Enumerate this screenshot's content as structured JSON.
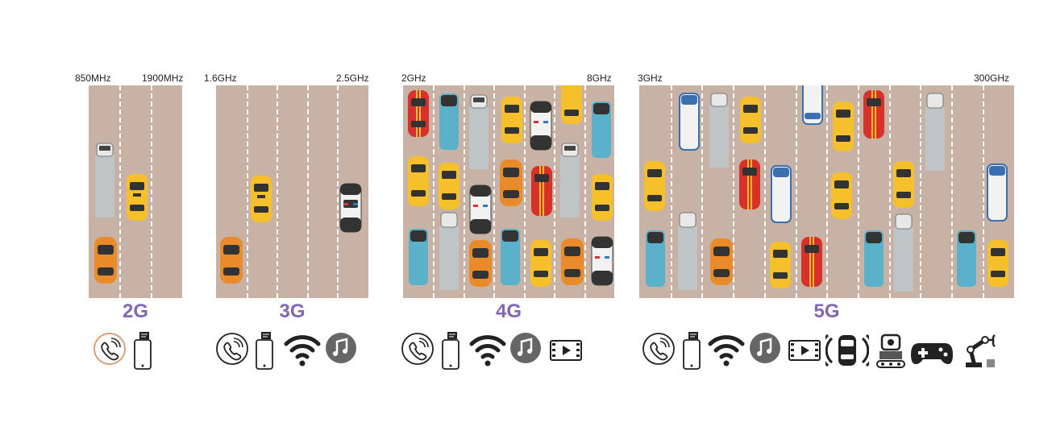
{
  "colors": {
    "road": "#c7b2a5",
    "lane_line": "#ffffff",
    "generation_label": "#8367b2",
    "icon_dark": "#222222",
    "icon_gray": "#666666",
    "taxi_yellow": "#f5c02b",
    "orange_car": "#e98a2b",
    "red_car": "#d8302a",
    "van_blue": "#5ab1c9",
    "truck_gray": "#bfc4c6",
    "police_white": "#f2f2f2"
  },
  "panels": [
    {
      "generation": "2G",
      "freq_low": "850MHz",
      "freq_high": "1900MHz",
      "services": [
        "phone-call-icon",
        "smartphone-message-icon"
      ],
      "vehicles": [
        "truck",
        "taxi",
        "orange-car"
      ]
    },
    {
      "generation": "3G",
      "freq_low": "1.6GHz",
      "freq_high": "2.5GHz",
      "services": [
        "phone-call-icon",
        "smartphone-message-icon",
        "wifi-icon",
        "music-icon"
      ],
      "vehicles": [
        "taxi",
        "police-car",
        "orange-car"
      ]
    },
    {
      "generation": "4G",
      "freq_low": "2GHz",
      "freq_high": "8GHz",
      "services": [
        "phone-call-icon",
        "smartphone-message-icon",
        "wifi-icon",
        "music-icon",
        "video-icon"
      ],
      "vehicles": [
        "red-car",
        "van",
        "truck",
        "taxi",
        "police-car",
        "orange-car"
      ]
    },
    {
      "generation": "5G",
      "freq_low": "3GHz",
      "freq_high": "300GHz",
      "services": [
        "phone-call-icon",
        "smartphone-message-icon",
        "wifi-icon",
        "music-icon",
        "video-icon",
        "connected-car-icon",
        "robot-icon",
        "gamepad-icon",
        "robotic-arm-icon"
      ],
      "vehicles": [
        "van",
        "truck",
        "taxi",
        "red-car",
        "orange-car"
      ]
    }
  ]
}
